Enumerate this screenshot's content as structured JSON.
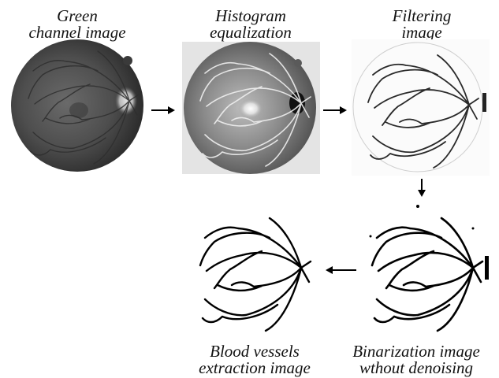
{
  "stages": [
    {
      "id": "green",
      "lines": [
        "Green",
        "channel image"
      ]
    },
    {
      "id": "histeq",
      "lines": [
        "Histogram",
        "equalization"
      ]
    },
    {
      "id": "filter",
      "lines": [
        "Filtering",
        "image"
      ]
    },
    {
      "id": "binarize",
      "lines": [
        "Binarization image",
        "wthout denoising"
      ]
    },
    {
      "id": "vessels",
      "lines": [
        "Blood vessels",
        "extraction image"
      ]
    }
  ],
  "colors": {
    "fundus_dark": "#2a2a2a",
    "fundus_mid": "#5a5a5a",
    "fundus_light": "#9a9a9a",
    "histeq_bg": "#e6e6e6",
    "vessel_black": "#000000",
    "arrow": "#000000"
  },
  "flow": [
    "green",
    "histeq",
    "filter",
    "binarize",
    "vessels"
  ]
}
